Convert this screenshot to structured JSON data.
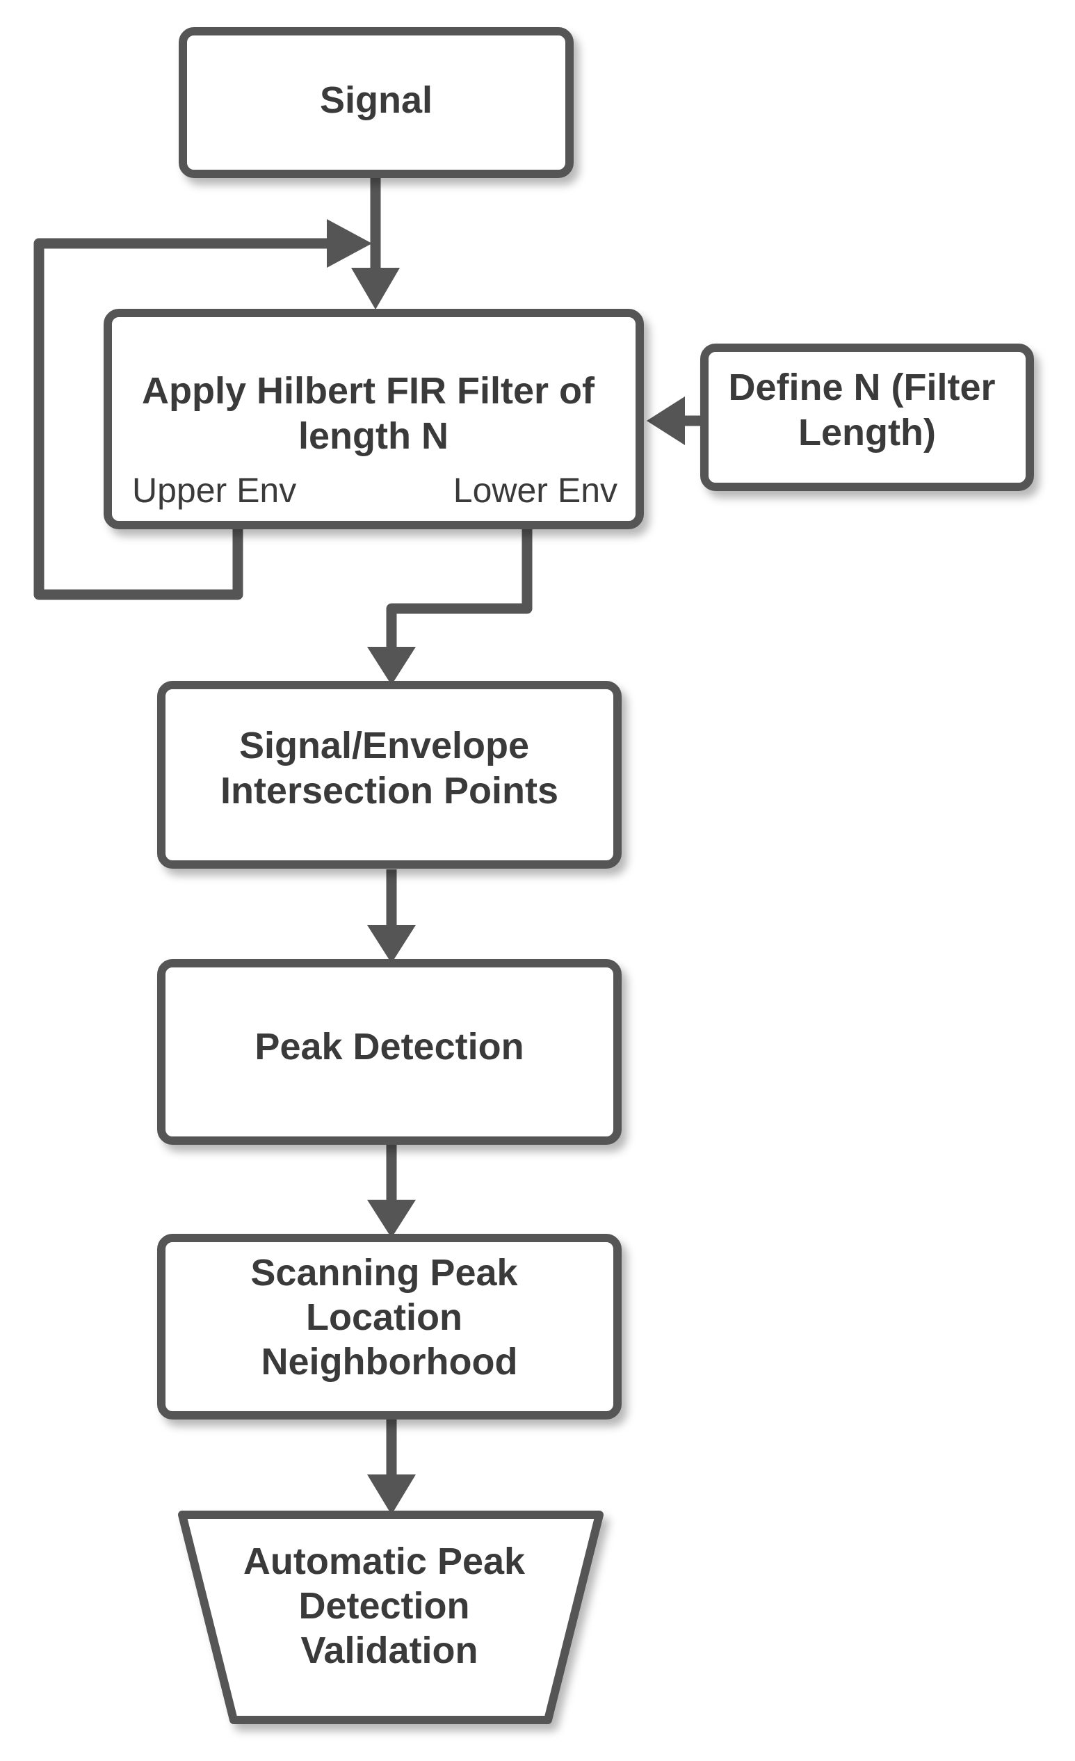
{
  "nodes": {
    "signal": {
      "lines": [
        "Signal"
      ]
    },
    "hilbert_filter": {
      "lines": [
        "Apply Hilbert FIR Filter of",
        "length N"
      ],
      "ports": {
        "upper": "Upper Env",
        "lower": "Lower Env"
      }
    },
    "define_n": {
      "lines": [
        "Define N (Filter",
        "Length)"
      ]
    },
    "intersection": {
      "lines": [
        "Signal/Envelope",
        "Intersection Points"
      ]
    },
    "peak_detection": {
      "lines": [
        "Peak Detection"
      ]
    },
    "scanning": {
      "lines": [
        "Scanning Peak",
        "Location",
        "Neighborhood"
      ]
    },
    "validation": {
      "lines": [
        "Automatic Peak",
        "Detection",
        "Validation"
      ]
    }
  },
  "colors": {
    "stroke": "#555555",
    "text": "#3a3a3a",
    "fill": "#ffffff"
  }
}
